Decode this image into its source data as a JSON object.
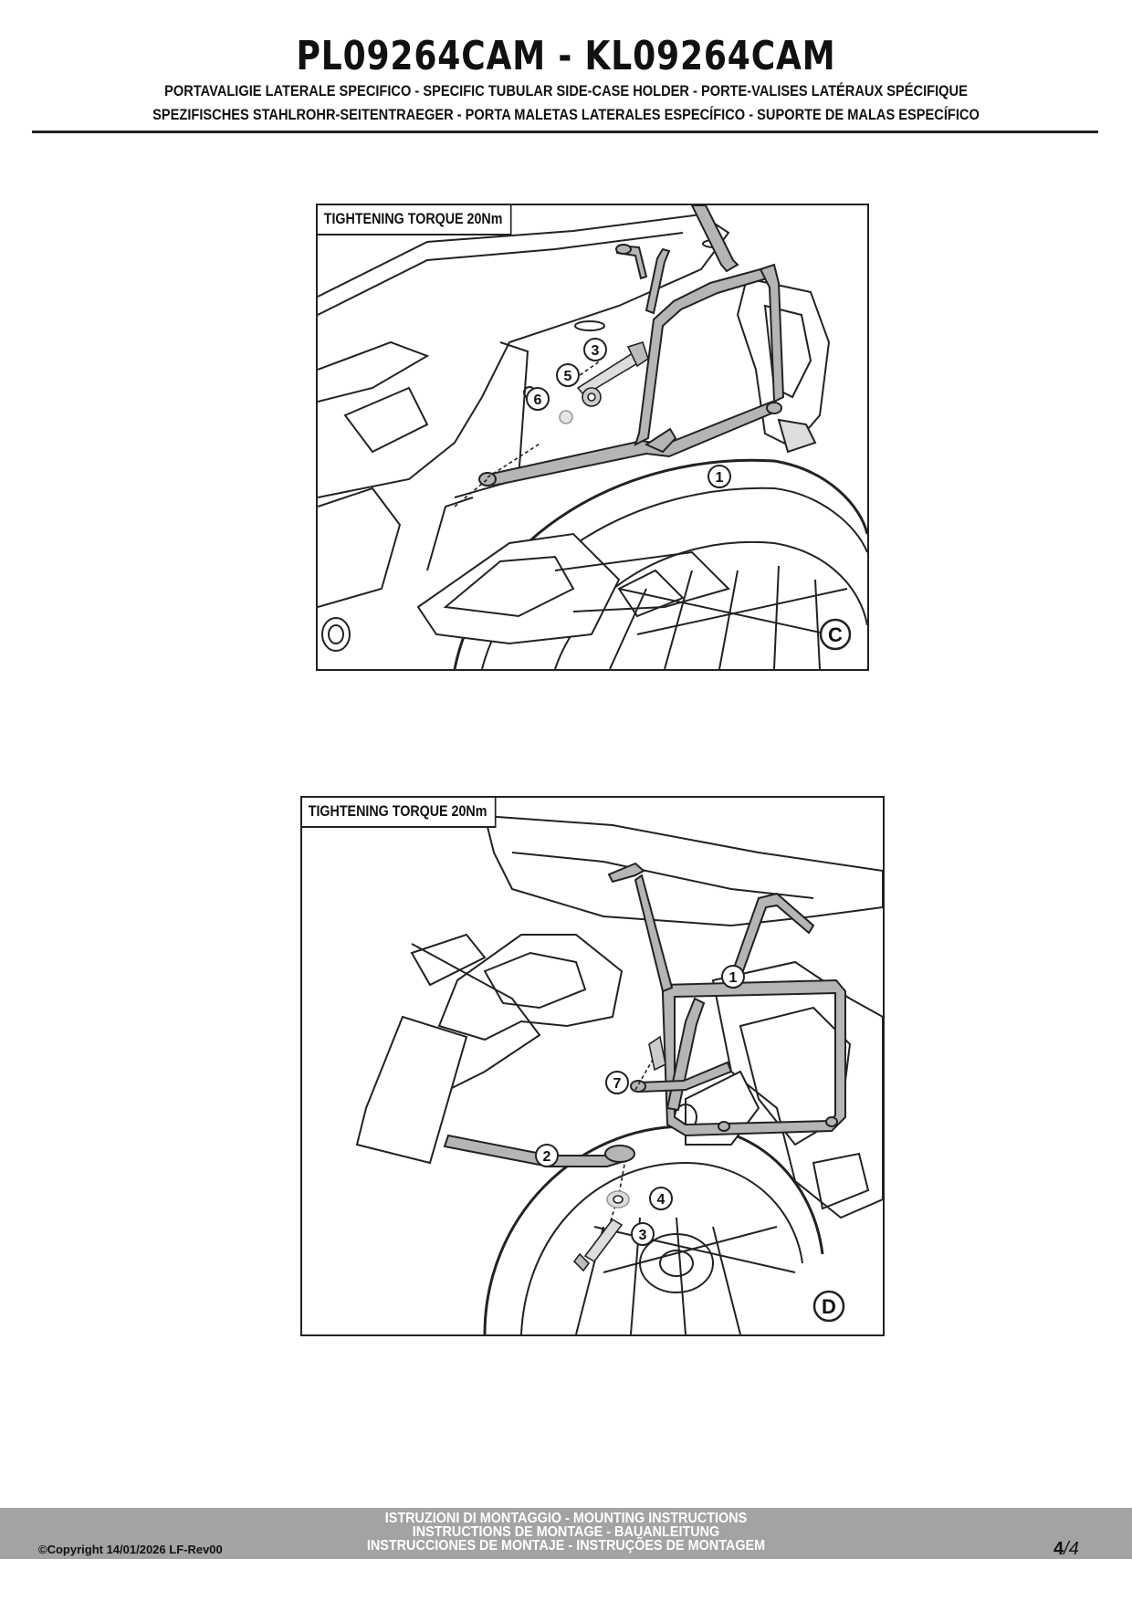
{
  "header": {
    "title": "PL09264CAM - KL09264CAM",
    "subtitle_1": "PORTAVALIGIE LATERALE SPECIFICO  -  SPECIFIC TUBULAR SIDE-CASE HOLDER  - PORTE-VALISES LATÉRAUX SPÉCIFIQUE",
    "subtitle_2": "SPEZIFISCHES STAHLROHR-SEITENTRAEGER - PORTA MALETAS LATERALES ESPECÍFICO - SUPORTE DE MALAS ESPECÍFICO"
  },
  "panels": [
    {
      "id": "C",
      "torque_label": "TIGHTENING TORQUE 20Nm",
      "step_letter": "C",
      "callouts": [
        "1",
        "3",
        "5",
        "6"
      ]
    },
    {
      "id": "D",
      "torque_label": "TIGHTENING TORQUE 20Nm",
      "step_letter": "D",
      "callouts": [
        "1",
        "2",
        "3",
        "4",
        "7"
      ]
    }
  ],
  "footer": {
    "line_1": "ISTRUZIONI DI MONTAGGIO  -  MOUNTING INSTRUCTIONS",
    "line_2": "INSTRUCTIONS DE MONTAGE - BAUANLEITUNG",
    "line_3": "INSTRUCCIONES DE MONTAJE - INSTRUÇÕES DE MONTAGEM",
    "copyright": "©Copyright 14/01/2026 LF-Rev00",
    "page_current": "4",
    "page_total": "4"
  },
  "colors": {
    "line": "#222222",
    "footer_band": "#a3a3a3",
    "rack_fill": "#b5b5b5"
  }
}
